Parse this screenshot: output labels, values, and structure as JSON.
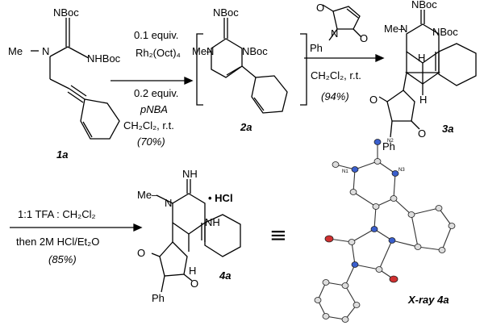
{
  "atoms": {
    "boc_imine": "NBoc",
    "nhboc": "NHBoc",
    "methyl": "Me",
    "nitrogen": "N",
    "nboc": "NBoc",
    "ph": "Ph",
    "oxygen": "O",
    "hydrogen": "H",
    "imine": "NH",
    "nh": "NH",
    "hcl": "• HCl",
    "me_dash": "Me–"
  },
  "compounds": {
    "c1a": "1a",
    "c2a": "2a",
    "c3a": "3a",
    "c4a": "4a"
  },
  "step1": {
    "line1": "0.1 equiv.",
    "line2": "Rh₂(Oct)₄",
    "line3": "0.2 equiv.",
    "line4": "pNBA",
    "line5": "CH₂Cl₂, r.t.",
    "yield": "(70%)"
  },
  "step2": {
    "solvent": "CH₂Cl₂, r.t.",
    "yield": "(94%)"
  },
  "step3": {
    "line1": "1:1 TFA : CH₂Cl₂",
    "line2": "then 2M HCl/Et₂O",
    "yield": "(85%)"
  },
  "equiv_symbol": "≡",
  "xray": {
    "label": "X-ray 4a",
    "atom_labels": [
      "N1",
      "N2",
      "N3"
    ]
  }
}
